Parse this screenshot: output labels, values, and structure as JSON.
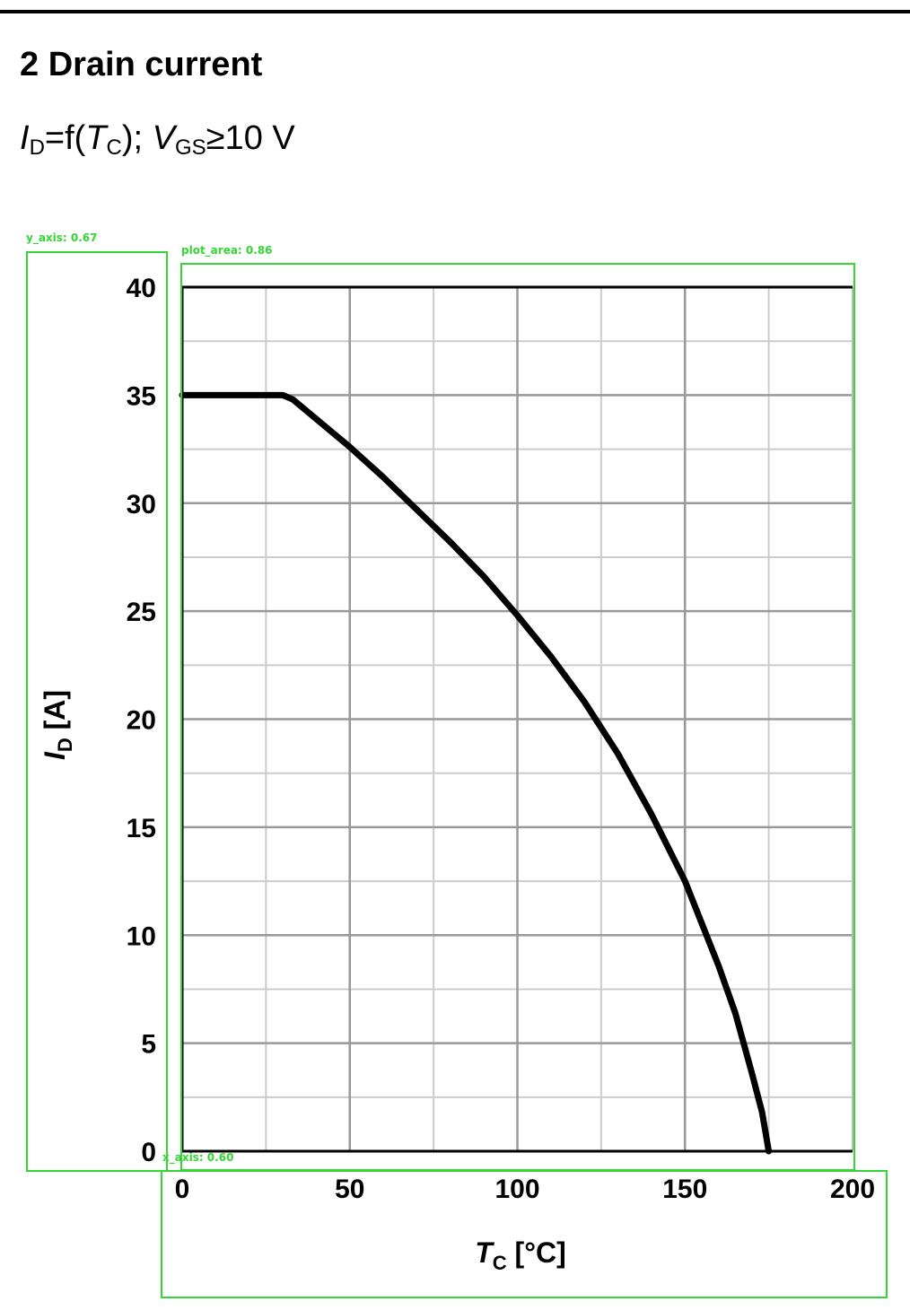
{
  "page": {
    "heading": "2 Drain current",
    "formula": {
      "y_symbol": "I",
      "y_sub": "D",
      "eq": "=f(",
      "x_symbol": "T",
      "x_sub": "C",
      "close": ");",
      "v_symbol": "V",
      "v_sub": "GS",
      "condition": "≥10 V"
    }
  },
  "chart_data": {
    "type": "line",
    "title": "",
    "xlabel": {
      "symbol": "T",
      "sub": "C",
      "unit": " [°C]"
    },
    "ylabel": {
      "symbol": "I",
      "sub": "D",
      "unit": " [A]"
    },
    "xlim": [
      0,
      200
    ],
    "ylim": [
      0,
      40
    ],
    "x_ticks": [
      "0",
      "50",
      "100",
      "150",
      "200"
    ],
    "y_ticks": [
      "0",
      "5",
      "10",
      "15",
      "20",
      "25",
      "30",
      "35",
      "40"
    ],
    "grid": true,
    "line_color": "#000000",
    "series": [
      {
        "x": [
          0,
          30,
          33,
          40,
          50,
          60,
          70,
          80,
          90,
          100,
          110,
          120,
          130,
          140,
          150,
          160,
          165,
          170,
          173,
          175
        ],
        "y": [
          35,
          35,
          34.8,
          33.9,
          32.6,
          31.2,
          29.7,
          28.2,
          26.6,
          24.8,
          22.9,
          20.8,
          18.4,
          15.6,
          12.5,
          8.6,
          6.4,
          3.6,
          1.8,
          0
        ]
      }
    ]
  },
  "detections": [
    {
      "label": "y_axis: 0.67"
    },
    {
      "label": "plot_area: 0.86"
    },
    {
      "label": "x_axis: 0.60"
    }
  ]
}
